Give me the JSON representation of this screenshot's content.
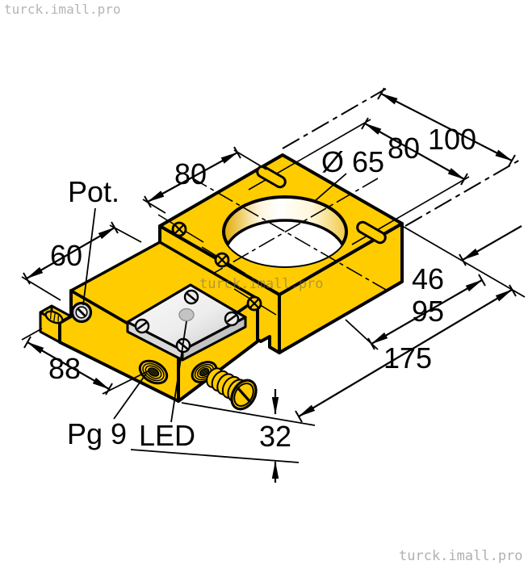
{
  "watermarks": {
    "top_left": "turck.imall.pro",
    "center": "turck.imall.pro",
    "bottom_right": "turck.imall.pro"
  },
  "drawing": {
    "subject": "ring-sensor-housing-isometric-dimension-drawing",
    "body_color": "#ffcc00",
    "plate_color": "#e5e5e5",
    "line_color": "#000000",
    "dims": {
      "d100": "100",
      "d80_right": "80",
      "d80_left": "80",
      "dia": "Ø 65",
      "d60": "60",
      "d46": "46",
      "d95": "95",
      "d175": "175",
      "d88": "88",
      "d32": "32"
    },
    "labels": {
      "pot": "Pot.",
      "pg9": "Pg 9",
      "led": "LED"
    }
  }
}
